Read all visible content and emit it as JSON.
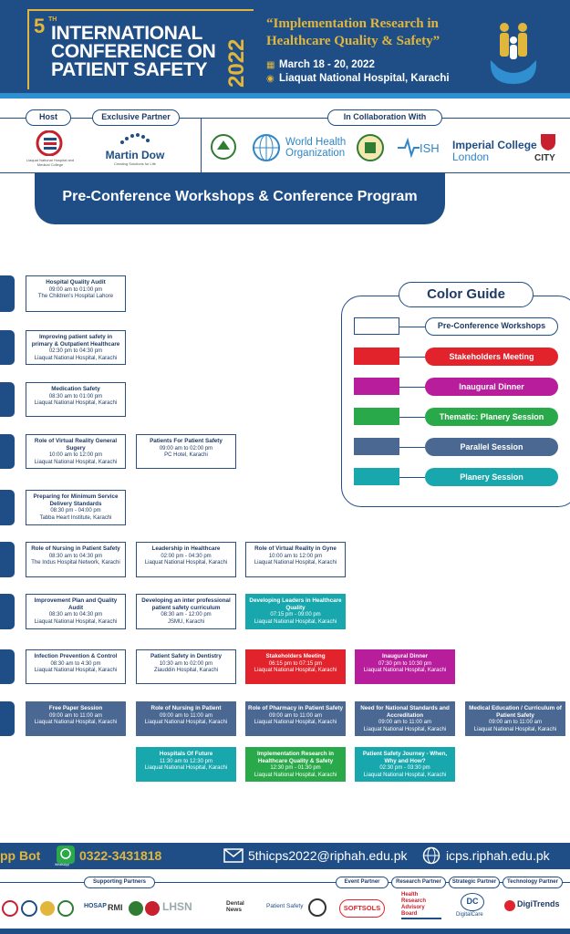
{
  "header": {
    "edition_number": "5",
    "edition_suffix": "TH",
    "title_line1": "INTERNATIONAL",
    "title_line2": "CONFERENCE ON",
    "title_line3": "PATIENT SAFETY",
    "year": "2022",
    "tagline_line1": "“Implementation Research in",
    "tagline_line2": "Healthcare Quality & Safety”",
    "dates": "March 18 - 20, 2022",
    "venue": "Liaquat National Hospital, Karachi"
  },
  "partners": {
    "host_label": "Host",
    "exclusive_label": "Exclusive Partner",
    "collab_label": "In Collaboration With",
    "host_name": "Liaquat National Hospital and Medical College",
    "exclusive_name": "Martin Dow",
    "exclusive_sub": "Creating Solutions for Life",
    "collab_who": "World Health Organization",
    "collab_imperial_line1": "Imperial College",
    "collab_imperial_line2": "London",
    "collab_city": "CITY"
  },
  "banner": {
    "title": "Pre-Conference Workshops & Conference Program"
  },
  "schedule": [
    {
      "title": "Hospital Quality Audit",
      "time": "09:00 am to 01:00 pm",
      "place": "The Children's Hospital Lahore",
      "style": "outline"
    },
    {
      "title": "Improving patient safety in primary & Outpatient Healthcare",
      "time": "02:30 pm to 04:30 pm",
      "place": "Liaquat National Hospital, Karachi",
      "style": "outline"
    },
    {
      "title": "Medication Safety",
      "time": "08:30 am to 01:00 pm",
      "place": "Liaquat National Hospital, Karachi",
      "style": "outline"
    },
    {
      "title": "Role of Virtual Reality General Sugery",
      "time": "10:00 am to 12:00 pm",
      "place": "Liaquat National Hospital, Karachi",
      "style": "outline"
    },
    {
      "title": "Patients For Patient Safety",
      "time": "09:00 am to 02:00 pm",
      "place": "PC Hotel, Karachi",
      "style": "outline"
    },
    {
      "title": "Preparing for Minimum Service Delivery Standards",
      "time": "08:30 pm - 04:00 pm",
      "place": "Tabba Heart Institute, Karachi",
      "style": "outline"
    },
    {
      "title": "Role of Nursing in Patient Safety",
      "time": "08:30 am to 04:30 pm",
      "place": "The Indus Hospital Network, Karachi",
      "style": "outline"
    },
    {
      "title": "Leadership in Healthcare",
      "time": "02:00 pm - 04:30 pm",
      "place": "Liaquat National Hospital, Karachi",
      "style": "outline"
    },
    {
      "title": "Role of Virtual Reality in Gyne",
      "time": "10:00 am to 12:00 pm",
      "place": "Liaquat National Hospital, Karachi",
      "style": "outline"
    },
    {
      "title": "Improvement Plan and Quality Audit",
      "time": "08:30 am to 04:30 pm",
      "place": "Liaquat National Hospital, Karachi",
      "style": "outline"
    },
    {
      "title": "Developing an inter professional patient safety curriculum",
      "time": "08:30 am - 12:00 pm",
      "place": "JSMU, Karachi",
      "style": "outline"
    },
    {
      "title": "Developing Leaders in Healthcare Quality",
      "time": "07:15 pm - 09:00 pm",
      "place": "Liaquat National Hospital, Karachi",
      "style": "plenary"
    },
    {
      "title": "Infection Prevention & Control",
      "time": "08:30 am to 4:30 pm",
      "place": "Liaquat National Hospital, Karachi",
      "style": "outline"
    },
    {
      "title": "Patient Safety in Dentistry",
      "time": "10:30 am to 02:00 pm",
      "place": "Ziauddin Hospital, Karachi",
      "style": "outline"
    },
    {
      "title": "Stakeholders Meeting",
      "time": "06:15 pm to 07:15 pm",
      "place": "Liaquat National Hospital, Karachi",
      "style": "red"
    },
    {
      "title": "Inaugural Dinner",
      "time": "07:30 pm to 10:30 pm",
      "place": "Liaquat National Hospital, Karachi",
      "style": "magenta"
    },
    {
      "title": "Free Paper Session",
      "time": "09:00 am to 11:00 am",
      "place": "Liaquat National Hospital, Karachi",
      "style": "parallel"
    },
    {
      "title": "Role of Nursing in Patient",
      "time": "09:00 am to 11:00 am",
      "place": "Liaquat National Hospital, Karachi",
      "style": "parallel"
    },
    {
      "title": "Role of Pharmacy in Patient Safety",
      "time": "09:00 am to 11:00 am",
      "place": "Liaquat National Hospital, Karachi",
      "style": "parallel"
    },
    {
      "title": "Need for National Standards and Accreditation",
      "time": "09:00 am to 11:00 am",
      "place": "Liaquat National Hospital, Karachi",
      "style": "parallel"
    },
    {
      "title": "Medical Education / Curriculum of Patient Safety",
      "time": "09:00 am to 11:00 am",
      "place": "Liaquat National Hospital, Karachi",
      "style": "parallel"
    },
    {
      "title": "Hospitals Of Future",
      "time": "11:30 am to 12:30 pm",
      "place": "Liaquat National Hospital, Karachi",
      "style": "plenary"
    },
    {
      "title": "Implementation Research in Healthcare Quality & Safety",
      "time": "12:30 pm - 01:30 pm",
      "place": "Liaquat National Hospital, Karachi",
      "style": "thematic"
    },
    {
      "title": "Patient Safety Journey - When, Why and How?",
      "time": "02:30 pm - 03:30 pm",
      "place": "Liaquat National Hospital, Karachi",
      "style": "plenary"
    }
  ],
  "color_guide": {
    "title": "Color Guide",
    "items": [
      {
        "label": "Pre-Conference Workshops",
        "color": "#ffffff"
      },
      {
        "label": "Stakeholders Meeting",
        "color": "#e3232b"
      },
      {
        "label": "Inaugural Dinner",
        "color": "#b81e9c"
      },
      {
        "label": "Thematic: Planery Session",
        "color": "#2aa94a"
      },
      {
        "label": "Parallel Session",
        "color": "#4a6892"
      },
      {
        "label": "Planery Session",
        "color": "#17a7ad"
      }
    ]
  },
  "footer": {
    "bot_label": "pp Bot",
    "whatsapp": "WhatsApp",
    "phone": "0322-3431818",
    "email": "5thicps2022@riphah.edu.pk",
    "website": "icps.riphah.edu.pk",
    "supporting_label": "Supporting Partners",
    "event_label": "Event Partner",
    "research_label": "Research Partner",
    "strategic_label": "Strategic Partner",
    "technology_label": "Technology Partner",
    "event_partner": "SOFTSOLS",
    "research_partner": "Health Research Advisory Board",
    "strategic_partner": "DigitalCare",
    "technology_partner": "DigiTrends",
    "supporting_names": [
      "HOSAP",
      "RMI",
      "LHSN",
      "Dental News",
      "Patient Safety"
    ]
  },
  "colors": {
    "navy": "#1f4e86",
    "gold": "#e1b63d",
    "red": "#e3232b",
    "magenta": "#b81e9c",
    "green": "#2aa94a",
    "slate": "#4a6892",
    "teal": "#17a7ad"
  }
}
